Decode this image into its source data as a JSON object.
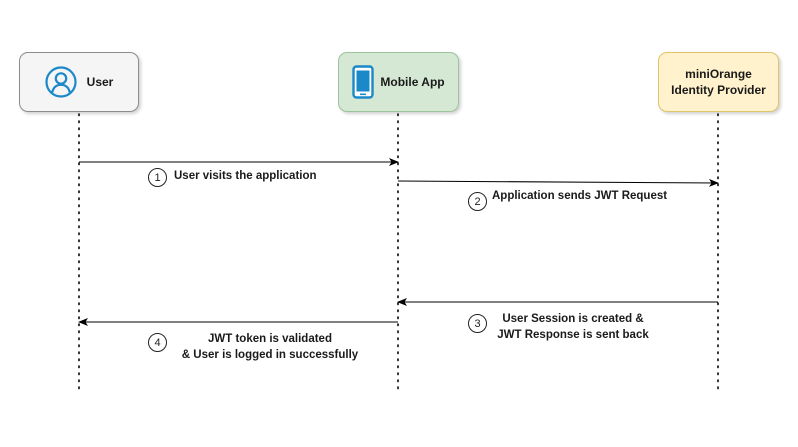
{
  "actors": {
    "user": {
      "label": "User",
      "icon": "user-circle-icon",
      "fill": "#f5f5f5",
      "stroke": "#8c8c8c"
    },
    "app": {
      "label": "Mobile App",
      "icon": "mobile-phone-icon",
      "fill": "#d5e8d4",
      "stroke": "#9cc49a"
    },
    "idp": {
      "label_line1": "miniOrange",
      "label_line2": "Identity Provider",
      "fill": "#fff2cc",
      "stroke": "#e0c46a"
    }
  },
  "messages": [
    {
      "step": "1",
      "text": "User visits the application",
      "from": "user",
      "to": "app"
    },
    {
      "step": "2",
      "text": "Application sends JWT Request",
      "from": "app",
      "to": "idp"
    },
    {
      "step": "3",
      "line1": "User Session is created &",
      "line2": "JWT Response is sent back",
      "from": "idp",
      "to": "app"
    },
    {
      "step": "4",
      "line1": "JWT token is validated",
      "line2": "& User is logged in successfully",
      "from": "app",
      "to": "user"
    }
  ],
  "colors": {
    "icon_blue": "#1a88c9",
    "line": "#000000"
  }
}
